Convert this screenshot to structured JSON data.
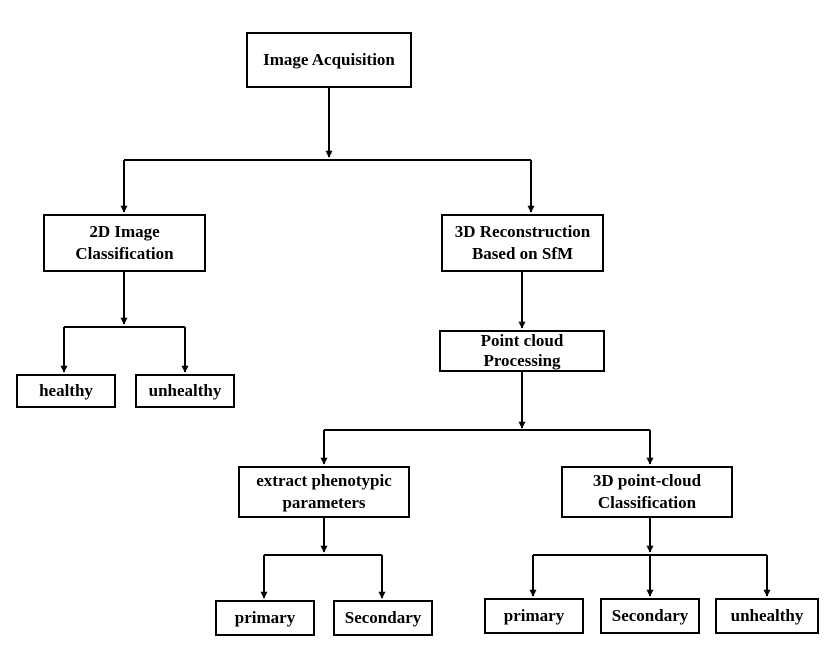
{
  "nodes": {
    "image_acquisition": "Image Acquisition",
    "classification_2d_line1": "2D Image",
    "classification_2d_line2": "Classification",
    "reconstruction_line1": "3D Reconstruction",
    "reconstruction_line2": "Based on SfM",
    "healthy": "healthy",
    "unhealthy_2d": "unhealthy",
    "point_cloud_line1": "Point cloud",
    "point_cloud_line2": "Processing",
    "extract_line1": "extract phenotypic",
    "extract_line2": "parameters",
    "classification_3d_line1": "3D point-cloud",
    "classification_3d_line2": "Classification",
    "primary_left": "primary",
    "secondary_left": "Secondary",
    "primary_right": "primary",
    "secondary_right": "Secondary",
    "unhealthy_3d": "unhealthy"
  },
  "colors": {
    "stroke": "#000000",
    "background": "#ffffff"
  }
}
